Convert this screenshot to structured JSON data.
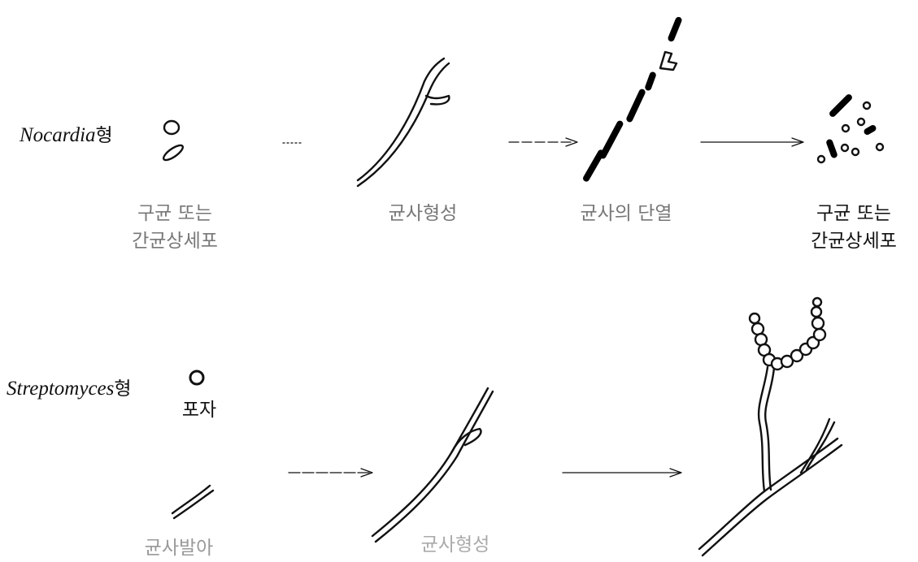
{
  "nocardia": {
    "name_italic": "Nocardia",
    "name_suffix": "형",
    "stage1_label": "구균 또는\n간균상세포",
    "stage2_label": "균사형성",
    "stage3_label": "균사의 단열",
    "stage4_label": "구균 또는\n간균상세포"
  },
  "streptomyces": {
    "name_italic": "Streptomyces",
    "name_suffix": "형",
    "spore_label": "포자",
    "stage1_label": "균사발아",
    "stage2_label": "균사형성"
  }
}
